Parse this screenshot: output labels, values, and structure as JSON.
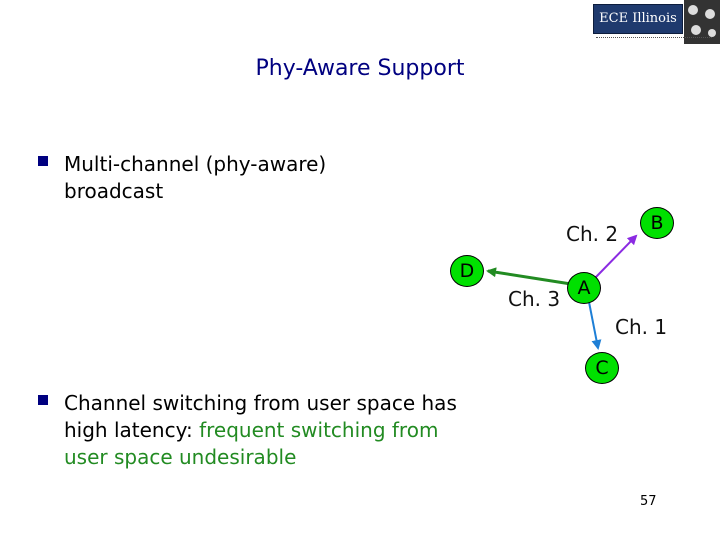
{
  "logo": {
    "text": "ECE Illinois"
  },
  "slide": {
    "title": "Phy-Aware Support",
    "bullet1": "Multi-channel (phy-aware) broadcast",
    "bullet2_plain": "Channel switching from user space has high latency: ",
    "bullet2_green": "frequent switching from user space undesirable",
    "page_number": "57"
  },
  "diagram": {
    "nodes": {
      "a": "A",
      "b": "B",
      "c": "C",
      "d": "D"
    },
    "channels": {
      "ab": "Ch. 2",
      "ad": "Ch. 3",
      "ac": "Ch. 1"
    },
    "colors": {
      "node_fill": "#00e000",
      "edge_ad": "#228b22",
      "edge_ab": "#8b2be2",
      "edge_ac": "#1e7fd6",
      "accent": "#000080"
    }
  }
}
